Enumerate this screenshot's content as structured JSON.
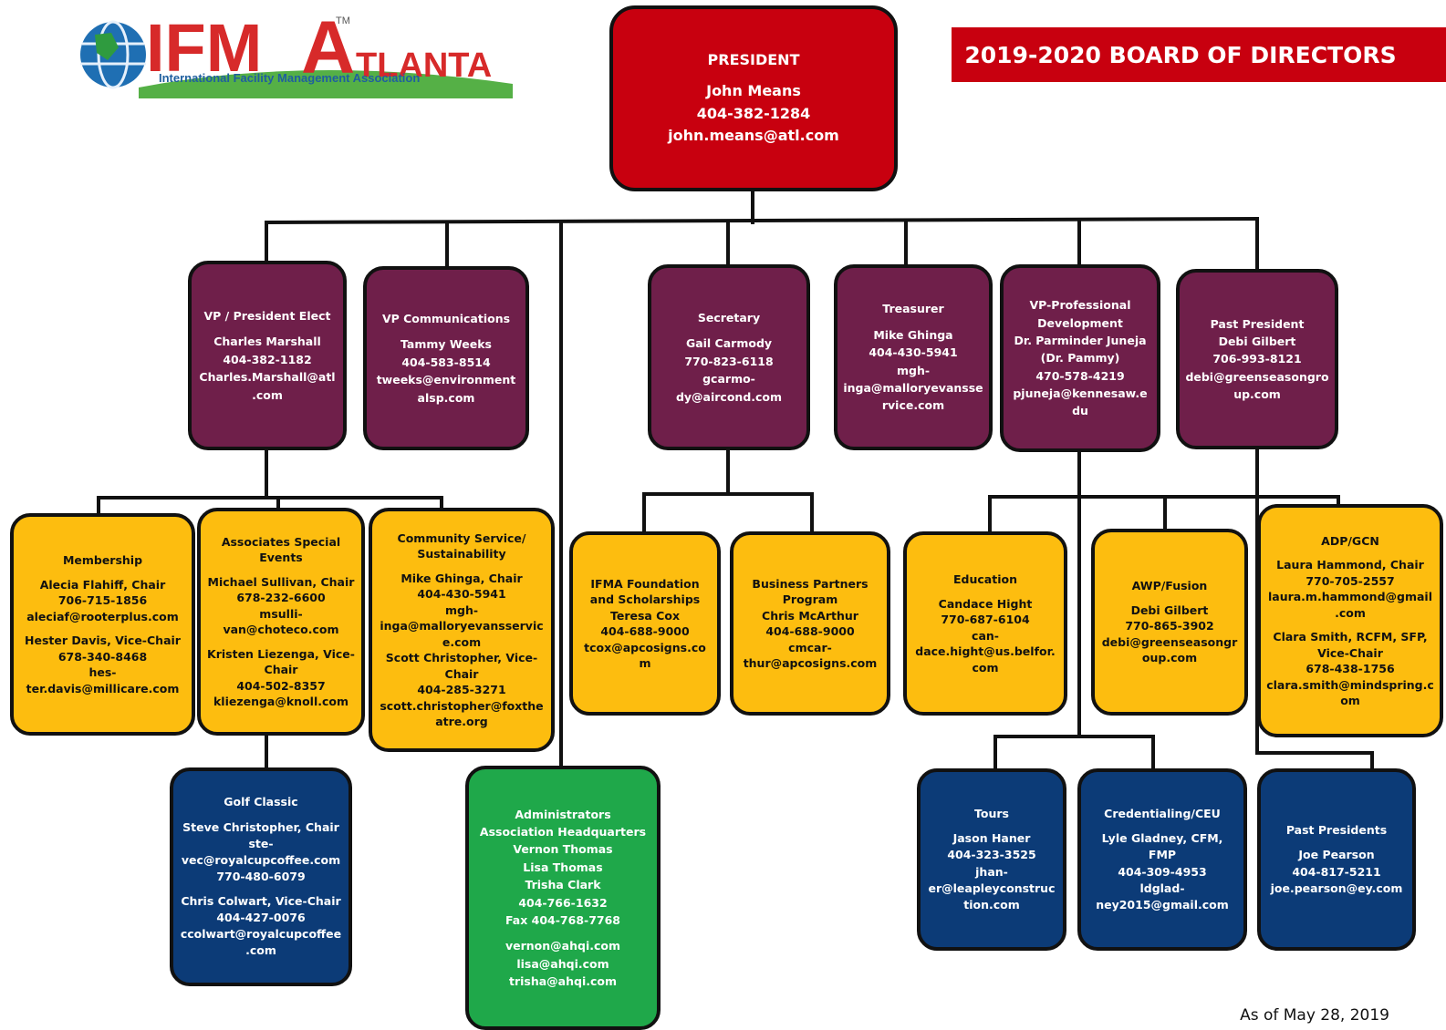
{
  "logo": {
    "text_ifm": "IFM",
    "text_a": "A",
    "text_tlanta": "TLANTA",
    "tm": "TM",
    "subtitle": "International Facility Management Association"
  },
  "board_title": "2019-2020 BOARD OF DIRECTORS",
  "as_of": "As of May 28, 2019",
  "colors": {
    "president": "#c8000f",
    "officer": "#6f1f4a",
    "committee": "#fdbd0f",
    "subcommittee": "#0c3b77",
    "administrators": "#1fa84a"
  },
  "president": {
    "lines": [
      "PRESIDENT",
      "",
      "John Means",
      "404-382-1284",
      "john.means@atl.com"
    ]
  },
  "officers": [
    {
      "id": "vp-president-elect",
      "lines": [
        "VP / President Elect",
        "",
        "Charles Marshall",
        "404-382-1182",
        "Charles.Marshall@atl .com"
      ]
    },
    {
      "id": "vp-communications",
      "lines": [
        "VP Communications",
        "",
        "Tammy Weeks",
        "404-583-8514",
        "tweeks@environment alsp.com"
      ]
    },
    {
      "id": "secretary",
      "lines": [
        "Secretary",
        "",
        "Gail Carmody",
        "770-823-6118",
        "gcarmo-dy@aircond.com"
      ]
    },
    {
      "id": "treasurer",
      "lines": [
        "Treasurer",
        "",
        "Mike Ghinga",
        "404-430-5941",
        "mgh-inga@malloryevansservice.com"
      ]
    },
    {
      "id": "vp-professional-development",
      "lines": [
        "VP-Professional Development",
        "Dr. Parminder Juneja",
        "(Dr. Pammy)",
        "470-578-4219",
        "pjuneja@kennesaw.edu"
      ]
    },
    {
      "id": "past-president",
      "lines": [
        "Past President",
        "Debi Gilbert",
        "706-993-8121",
        "debi@greenseasongroup.com"
      ]
    }
  ],
  "committees": [
    {
      "id": "membership",
      "lines": [
        "Membership",
        "",
        "Alecia Flahiff, Chair",
        "706-715-1856",
        "aleciaf@rooterplus.com",
        "",
        "Hester Davis, Vice-Chair",
        "678-340-8468",
        "hes-ter.davis@millicare.com"
      ]
    },
    {
      "id": "associates-special-events",
      "lines": [
        "Associates Special Events",
        "",
        "Michael Sullivan, Chair",
        "678-232-6600",
        "msulli-van@choteco.com",
        "",
        "Kristen Liezenga, Vice-Chair",
        "404-502-8357",
        "kliezenga@knoll.com"
      ]
    },
    {
      "id": "community-service-sustainability",
      "lines": [
        "Community Service/ Sustainability",
        "",
        "Mike Ghinga, Chair",
        "404-430-5941",
        "mgh-inga@malloryevansservice.com",
        "Scott Christopher, Vice-Chair",
        "404-285-3271",
        "scott.christopher@foxtheatre.org"
      ]
    },
    {
      "id": "ifma-foundation",
      "lines": [
        "IFMA Foundation and Scholarships",
        "Teresa Cox",
        "404-688-9000",
        "tcox@apcosigns.com"
      ]
    },
    {
      "id": "business-partners",
      "lines": [
        "Business Partners Program",
        "Chris McArthur",
        "404-688-9000",
        "cmcar-thur@apcosigns.com"
      ]
    },
    {
      "id": "education",
      "lines": [
        "Education",
        "",
        "Candace Hight",
        "770-687-6104",
        "can-dace.hight@us.belfor.com"
      ]
    },
    {
      "id": "awp-fusion",
      "lines": [
        "AWP/Fusion",
        "",
        "Debi Gilbert",
        "770-865-3902",
        "debi@greenseasongroup.com"
      ]
    },
    {
      "id": "adp-gcn",
      "lines": [
        "ADP/GCN",
        "",
        "Laura Hammond, Chair",
        "770-705-2557",
        "laura.m.hammond@gmail.com",
        "",
        "Clara Smith, RCFM, SFP, Vice-Chair",
        "678-438-1756",
        "clara.smith@mindspring.com"
      ]
    }
  ],
  "subcommittees": [
    {
      "id": "golf-classic",
      "lines": [
        "Golf Classic",
        "",
        "Steve Christopher, Chair",
        "ste-vec@royalcupcoffee.com",
        "770-480-6079",
        "",
        "Chris Colwart, Vice-Chair",
        "404-427-0076",
        "ccolwart@royalcupcoffee.com"
      ]
    },
    {
      "id": "tours",
      "lines": [
        "Tours",
        "",
        "Jason Haner",
        "404-323-3525",
        "jhan-er@leapleyconstruction.com"
      ]
    },
    {
      "id": "credentialing-ceu",
      "lines": [
        "Credentialing/CEU",
        "",
        "Lyle Gladney, CFM, FMP",
        "404-309-4953",
        "ldglad-ney2015@gmail.com"
      ]
    },
    {
      "id": "past-presidents",
      "lines": [
        "Past Presidents",
        "",
        "Joe Pearson",
        "404-817-5211",
        "joe.pearson@ey.com"
      ]
    }
  ],
  "administrators": {
    "lines": [
      "Administrators",
      "Association Headquarters",
      "Vernon Thomas",
      "Lisa Thomas",
      "Trisha Clark",
      "404-766-1632",
      "Fax 404-768-7768",
      "",
      "vernon@ahqi.com",
      "lisa@ahqi.com",
      "trisha@ahqi.com"
    ]
  }
}
